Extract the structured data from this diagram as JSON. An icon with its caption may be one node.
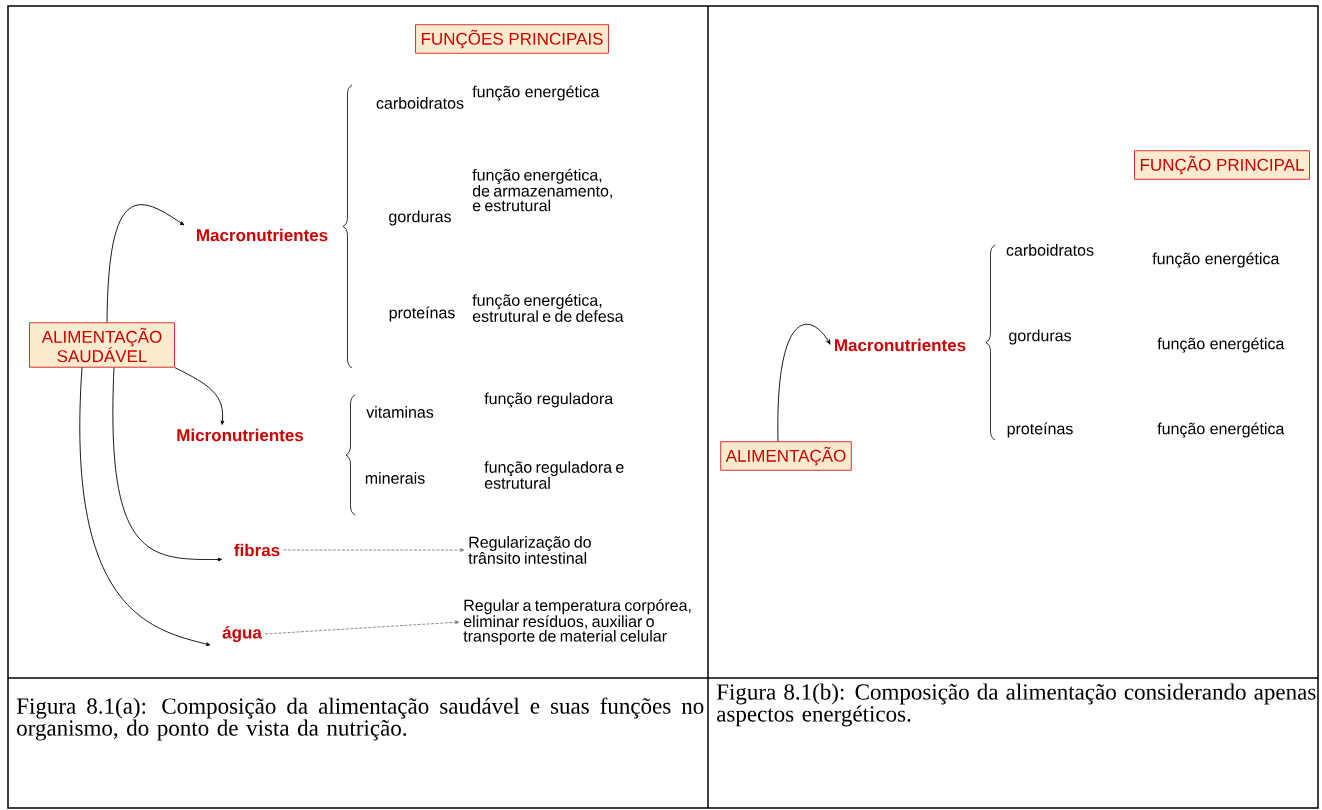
{
  "diagram": {
    "nodes": [
      {
        "text": [
          "FUNÇÕES PRINCIPAIS"
        ]
      },
      {
        "text": [
          "ALIMENTAÇÃO SAUDÁVEL"
        ]
      },
      {
        "text": [
          "Macronutrientes"
        ]
      },
      {
        "text": [
          "Micronutrientes"
        ]
      },
      {
        "text": [
          "fibras"
        ]
      },
      {
        "text": [
          "água"
        ]
      },
      {
        "text": [
          "Regularização do trânsito intestinal"
        ]
      },
      {
        "text": [
          "Regular a temperatura corpórea, eliminar resíduos, auxiliar o transporte de material celular"
        ]
      },
      {
        "text": [
          "FUNÇÃO PRINCIPAL"
        ]
      },
      {
        "text": [
          "ALIMENTAÇÃO"
        ]
      },
      {
        "text": [
          "Macronutrientes"
        ]
      }
    ],
    "edges": [
      {
        "from": 1,
        "to": 2,
        "arrow": "to"
      },
      {
        "from": 1,
        "to": 3,
        "arrow": "to"
      },
      {
        "from": 1,
        "to": 4,
        "arrow": "to"
      },
      {
        "from": 1,
        "to": 5,
        "arrow": "to"
      },
      {
        "from": 4,
        "to": 6,
        "arrow": "to",
        "style": "dashed",
        "color": "#808080"
      },
      {
        "from": 5,
        "to": 7,
        "arrow": "to",
        "style": "dashed",
        "color": "#808080"
      },
      {
        "from": 9,
        "to": 10,
        "arrow": "to"
      }
    ],
    "labels": [
      "carboidratos",
      "função energética",
      "gorduras",
      "função energética, de armazenamento, e estrutural",
      "proteínas",
      "função energética, estrutural e de defesa",
      "vitaminas",
      "função reguladora",
      "minerais",
      "função reguladora e estrutural",
      "carboidratos",
      "função energética",
      "gorduras",
      "função energética",
      "proteínas",
      "função energética",
      "Figura 8.1(a): Composição da alimentação saudável e suas funções no organismo, do ponto de vista da nutrição.",
      "Figura 8.1(b): Composição da alimentação considerando apenas aspectos energéticos."
    ]
  }
}
